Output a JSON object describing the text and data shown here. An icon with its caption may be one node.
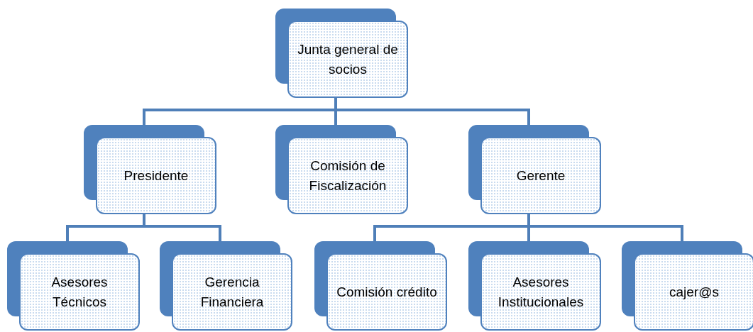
{
  "diagram": {
    "nodes": [
      {
        "text": [
          "Junta general de socios"
        ]
      },
      {
        "text": [
          "Presidente"
        ]
      },
      {
        "text": [
          "Comisión de Fiscalización"
        ]
      },
      {
        "text": [
          "Gerente"
        ]
      },
      {
        "text": [
          "Asesores Técnicos"
        ]
      },
      {
        "text": [
          "Gerencia Financiera"
        ]
      },
      {
        "text": [
          "Comisión crédito"
        ]
      },
      {
        "text": [
          "Asesores Institucionales"
        ]
      },
      {
        "text": [
          "cajer@s"
        ]
      }
    ],
    "edges": [
      {
        "from": 0,
        "to": 1,
        "arrow": "none"
      },
      {
        "from": 0,
        "to": 2,
        "arrow": "none"
      },
      {
        "from": 0,
        "to": 3,
        "arrow": "none"
      },
      {
        "from": 1,
        "to": 4,
        "arrow": "none"
      },
      {
        "from": 1,
        "to": 5,
        "arrow": "none"
      },
      {
        "from": 3,
        "to": 6,
        "arrow": "none"
      },
      {
        "from": 3,
        "to": 7,
        "arrow": "none"
      },
      {
        "from": 3,
        "to": 8,
        "arrow": "none"
      }
    ]
  }
}
